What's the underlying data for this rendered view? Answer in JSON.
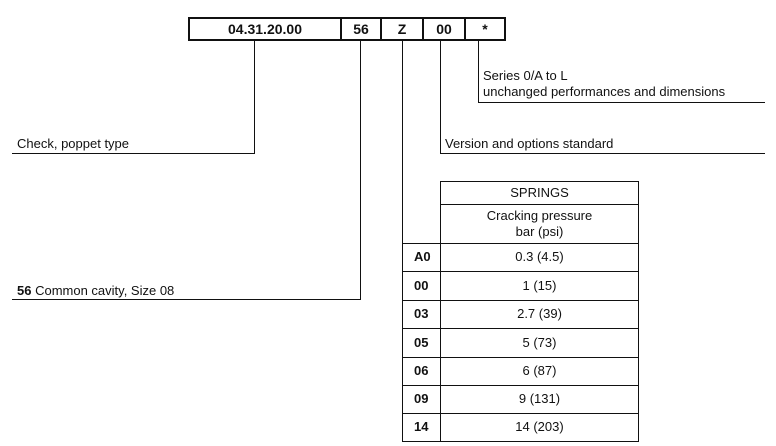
{
  "code_segments": [
    "04.31.20.00",
    "56",
    "Z",
    "00",
    "*"
  ],
  "callouts": {
    "series": [
      "Series 0/A to L",
      "unchanged performances and dimensions"
    ],
    "version": "Version and options standard",
    "check": "Check, poppet type",
    "cavity_code": "56",
    "cavity_text": " Common cavity, Size 08"
  },
  "springs_table": {
    "header": "SPRINGS",
    "subheader": [
      "Cracking pressure",
      "bar (psi)"
    ],
    "rows": [
      {
        "code": "A0",
        "value": "0.3 (4.5)"
      },
      {
        "code": "00",
        "value": "1 (15)"
      },
      {
        "code": "03",
        "value": "2.7 (39)"
      },
      {
        "code": "05",
        "value": "5 (73)"
      },
      {
        "code": "06",
        "value": "6 (87)"
      },
      {
        "code": "09",
        "value": "9 (131)"
      },
      {
        "code": "14",
        "value": "14 (203)"
      }
    ]
  }
}
